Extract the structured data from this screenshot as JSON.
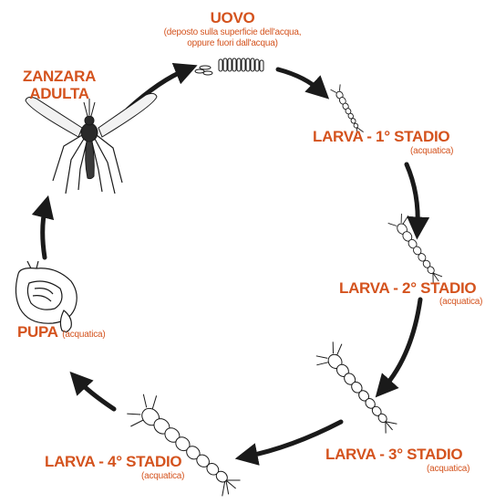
{
  "colors": {
    "label": "#d4531e",
    "arrow": "#1a1a1a",
    "ink": "#1a1a1a"
  },
  "stages": {
    "egg": {
      "title": "UOVO",
      "note_line1": "(deposto sulla superficie dell'acqua,",
      "note_line2": "oppure fuori dall'acqua)"
    },
    "larva1": {
      "title": "LARVA - 1° STADIO",
      "note": "(acquatica)"
    },
    "larva2": {
      "title": "LARVA - 2° STADIO",
      "note": "(acquatica)"
    },
    "larva3": {
      "title": "LARVA - 3° STADIO",
      "note": "(acquatica)"
    },
    "larva4": {
      "title": "LARVA - 4° STADIO",
      "note": "(acquatica)"
    },
    "pupa": {
      "title": "PUPA",
      "note": "(acquatica)"
    },
    "adult": {
      "title_line1": "ZANZARA",
      "title_line2": "ADULTA"
    }
  },
  "icons": [
    "egg-raft-icon",
    "larva-icon",
    "pupa-icon",
    "mosquito-icon",
    "cycle-arrow-icon"
  ]
}
